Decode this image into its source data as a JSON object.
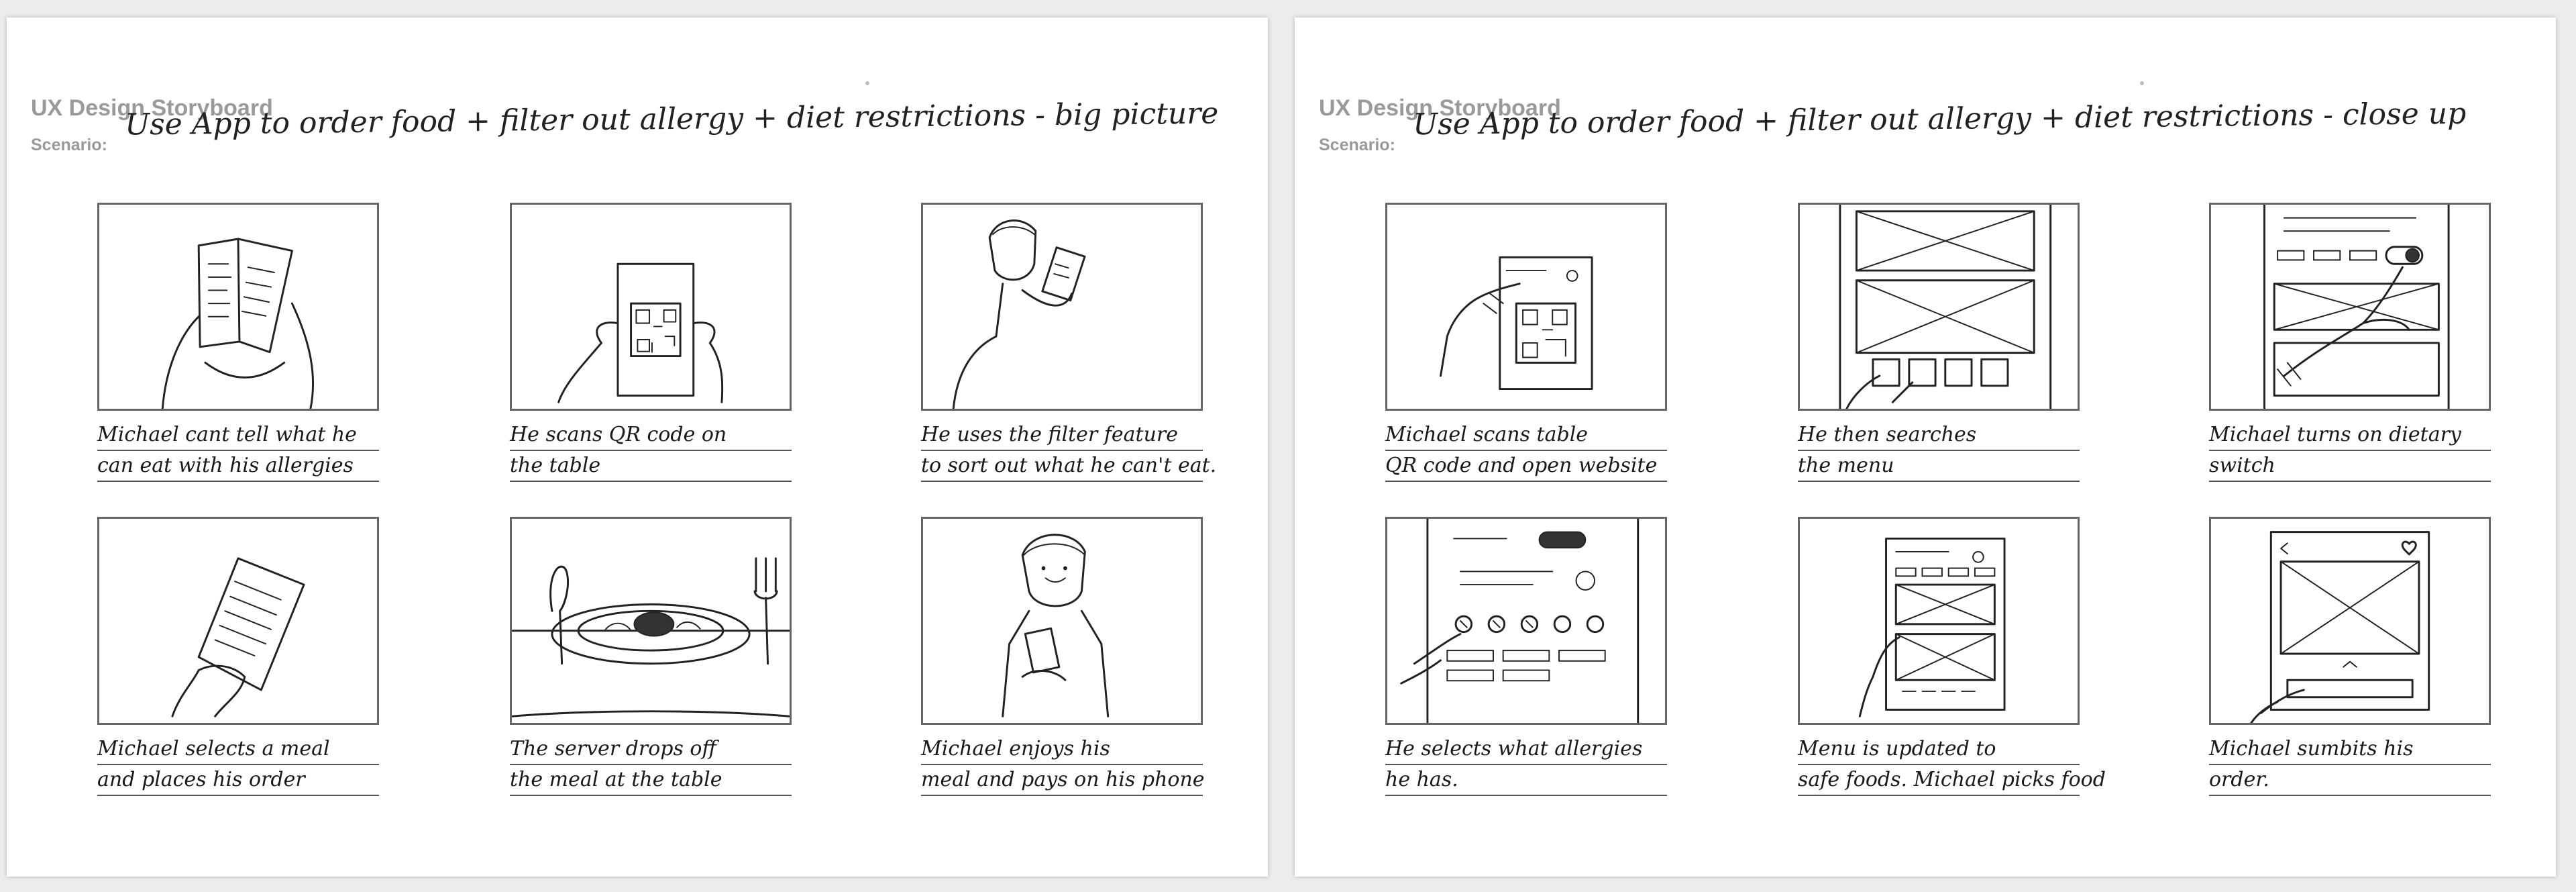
{
  "sheets": [
    {
      "title": "UX Design Storyboard",
      "scenario_label": "Scenario:",
      "scenario": "Use App to order food + filter out allergy + diet restrictions - big picture",
      "panels": [
        {
          "line1": "Michael cant tell what he",
          "line2": "can eat with his allergies",
          "sketch": "man-reading-menu"
        },
        {
          "line1": "He scans QR code on",
          "line2": "the table",
          "sketch": "hands-holding-qr-card"
        },
        {
          "line1": "He uses the filter feature",
          "line2": "to sort out what he can't eat.",
          "sketch": "man-with-phone"
        },
        {
          "line1": "Michael selects a meal",
          "line2": "and places his order",
          "sketch": "hand-tapping-phone"
        },
        {
          "line1": "The server drops off",
          "line2": "the meal at the table",
          "sketch": "meal-on-table"
        },
        {
          "line1": "Michael enjoys his",
          "line2": "meal and pays on his phone",
          "sketch": "smiling-man-phone"
        }
      ]
    },
    {
      "title": "UX Design Storyboard",
      "scenario_label": "Scenario:",
      "scenario": "Use App to order food + filter out allergy + diet restrictions - close up",
      "panels": [
        {
          "line1": "Michael scans table",
          "line2": "QR code and open website",
          "sketch": "phone-qr-closeup"
        },
        {
          "line1": "He then searches",
          "line2": "the menu",
          "sketch": "menu-wireframe"
        },
        {
          "line1": "Michael turns on dietary",
          "line2": "switch",
          "sketch": "toggle-switch-closeup"
        },
        {
          "line1": "He selects what allergies",
          "line2": "he has.",
          "sketch": "allergy-options"
        },
        {
          "line1": "Menu is updated to",
          "line2": "safe foods. Michael picks food",
          "sketch": "updated-menu"
        },
        {
          "line1": "Michael sumbits his",
          "line2": "order.",
          "sketch": "submit-order"
        }
      ]
    }
  ]
}
